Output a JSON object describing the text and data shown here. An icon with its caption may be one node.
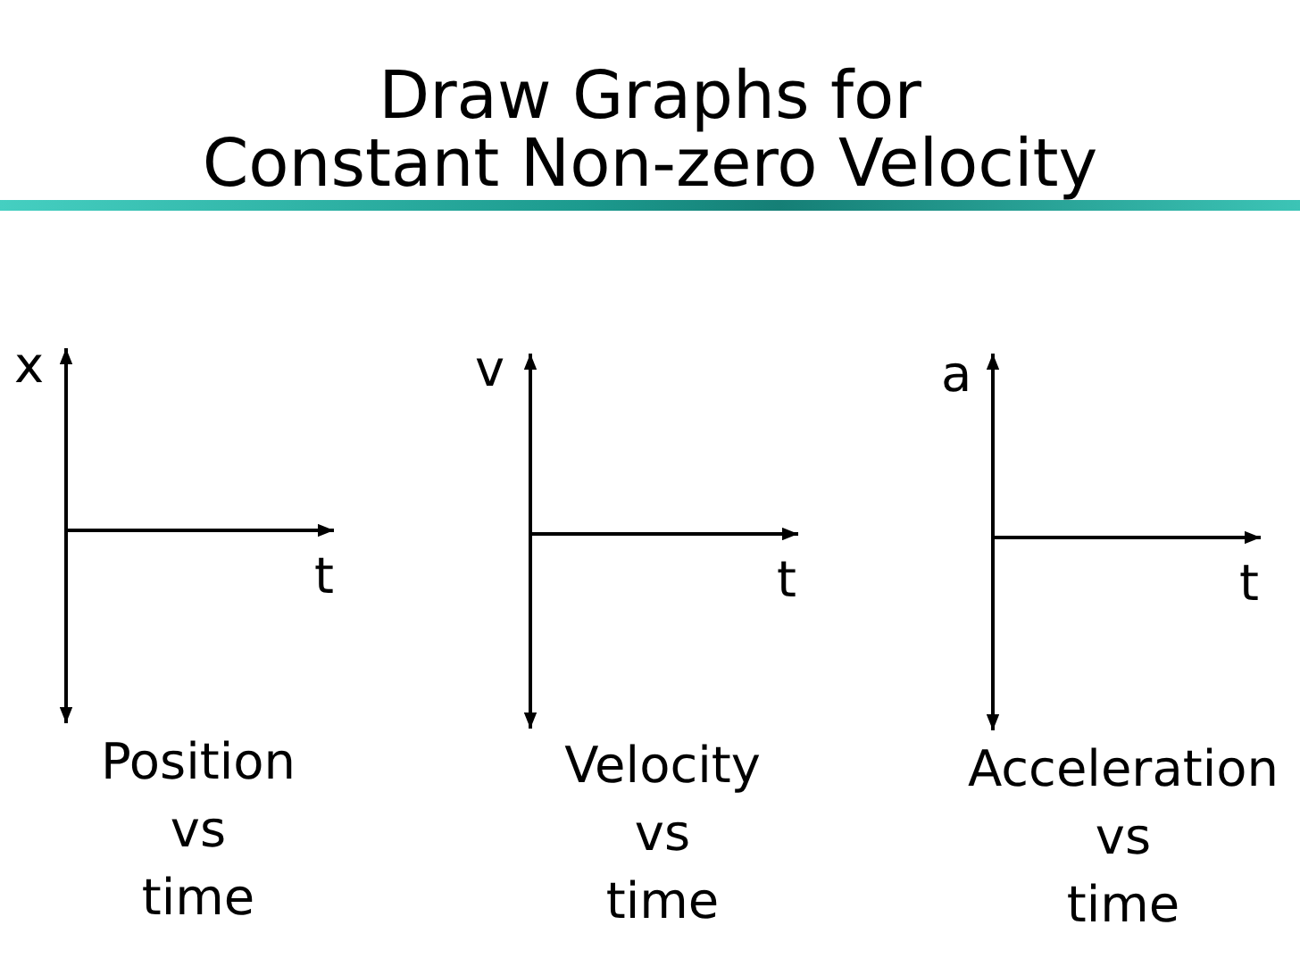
{
  "diagram": {
    "title": "Draw Graphs for Constant Non-zero Velocity",
    "labels": [
      "x",
      "v",
      "a",
      "t",
      "t",
      "t",
      "Position vs time",
      "Velocity vs time",
      "Acceleration vs time"
    ]
  }
}
